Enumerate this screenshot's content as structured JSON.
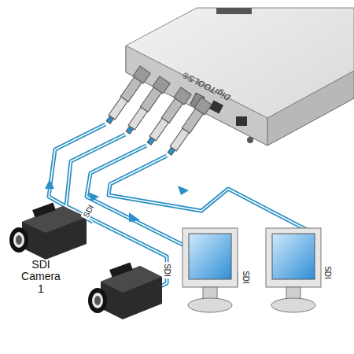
{
  "diagram": {
    "labels": [
      "DigiTOOLS®",
      "SDI",
      "SDI",
      "SDI",
      "SDI",
      "SDI Camera 1"
    ]
  }
}
